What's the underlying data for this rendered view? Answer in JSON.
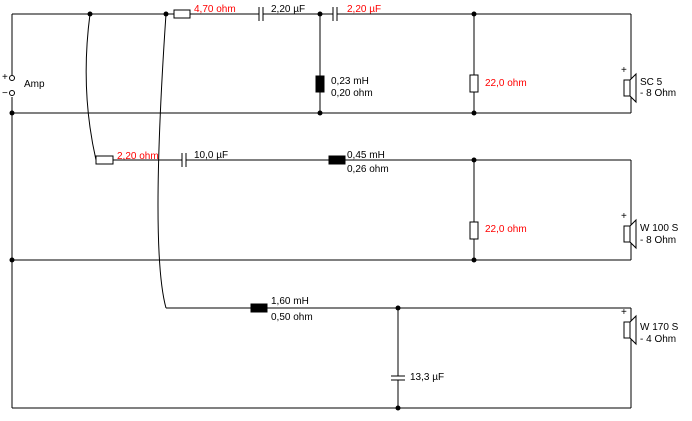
{
  "colors": {
    "wire": "#000000",
    "value_highlight": "#ff0000",
    "background": "#ffffff"
  },
  "amp": {
    "label": "Amp",
    "plus": "+",
    "minus": "−"
  },
  "tweeter": {
    "series_res": "4,70 ohm",
    "cap1": "2,20 µF",
    "cap2": "2,20 µF",
    "shunt_ind_l": "0,23 mH",
    "shunt_ind_r": "0,20 ohm",
    "shunt_res": "22,0 ohm",
    "speaker_name": "SC 5",
    "speaker_imp": "- 8 Ohm"
  },
  "mid": {
    "series_res": "2,20 ohm",
    "cap": "10,0 µF",
    "ind_l": "0,45 mH",
    "ind_r": "0,26 ohm",
    "shunt_res": "22,0 ohm",
    "speaker_name": "W 100 S",
    "speaker_imp": "- 8 Ohm"
  },
  "woofer": {
    "ind_l": "1,60 mH",
    "ind_r": "0,50 ohm",
    "shunt_cap": "13,3 µF",
    "speaker_name": "W 170 S",
    "speaker_imp": "- 4 Ohm"
  }
}
